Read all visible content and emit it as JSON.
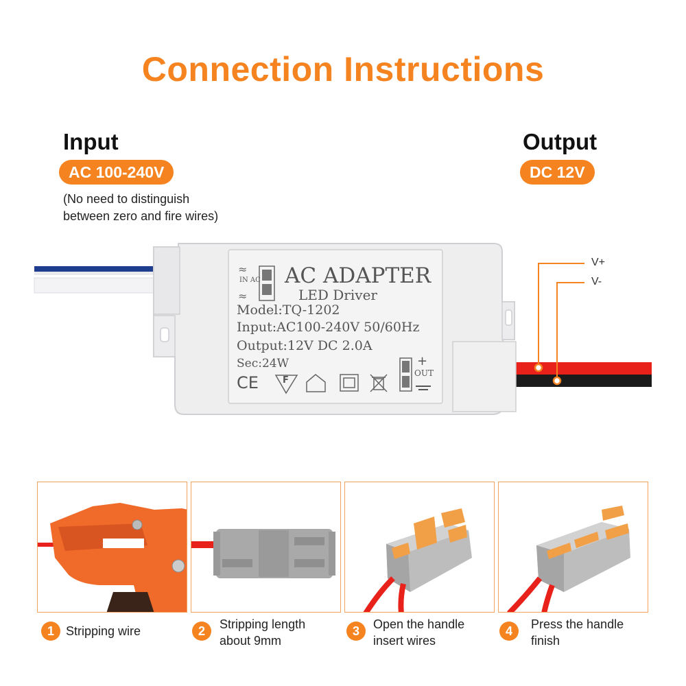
{
  "title": "Connection Instructions",
  "input": {
    "heading": "Input",
    "badge": "AC 100-240V",
    "note_line1": "(No need to distinguish",
    "note_line2": "between zero and fire wires)"
  },
  "output": {
    "heading": "Output",
    "badge": "DC 12V",
    "vplus": "V+",
    "vminus": "V-"
  },
  "label": {
    "in_ac": "IN AC",
    "title": "AC  ADAPTER",
    "subtitle": "LED Driver",
    "model": "Model:TQ-1202",
    "input": "Input:AC100-240V 50/60Hz",
    "output": "Output:12V  DC 2.0A",
    "sec": "Sec:24W",
    "out": "OUT",
    "ce": "CE",
    "f_mark": "F"
  },
  "steps": [
    {
      "num": "1",
      "line1": "Stripping wire",
      "line2": ""
    },
    {
      "num": "2",
      "line1": "Stripping length",
      "line2": "about 9mm"
    },
    {
      "num": "3",
      "line1": "Open the handle",
      "line2": "insert wires"
    },
    {
      "num": "4",
      "line1": "Press the handle",
      "line2": "finish"
    }
  ],
  "colors": {
    "accent": "#f5831f",
    "wire_red": "#e8221b",
    "wire_black": "#1b1b1b",
    "wire_blue": "#1e3d8f",
    "connector_gray": "#a9a9a9",
    "lever_orange": "#f2a047"
  }
}
